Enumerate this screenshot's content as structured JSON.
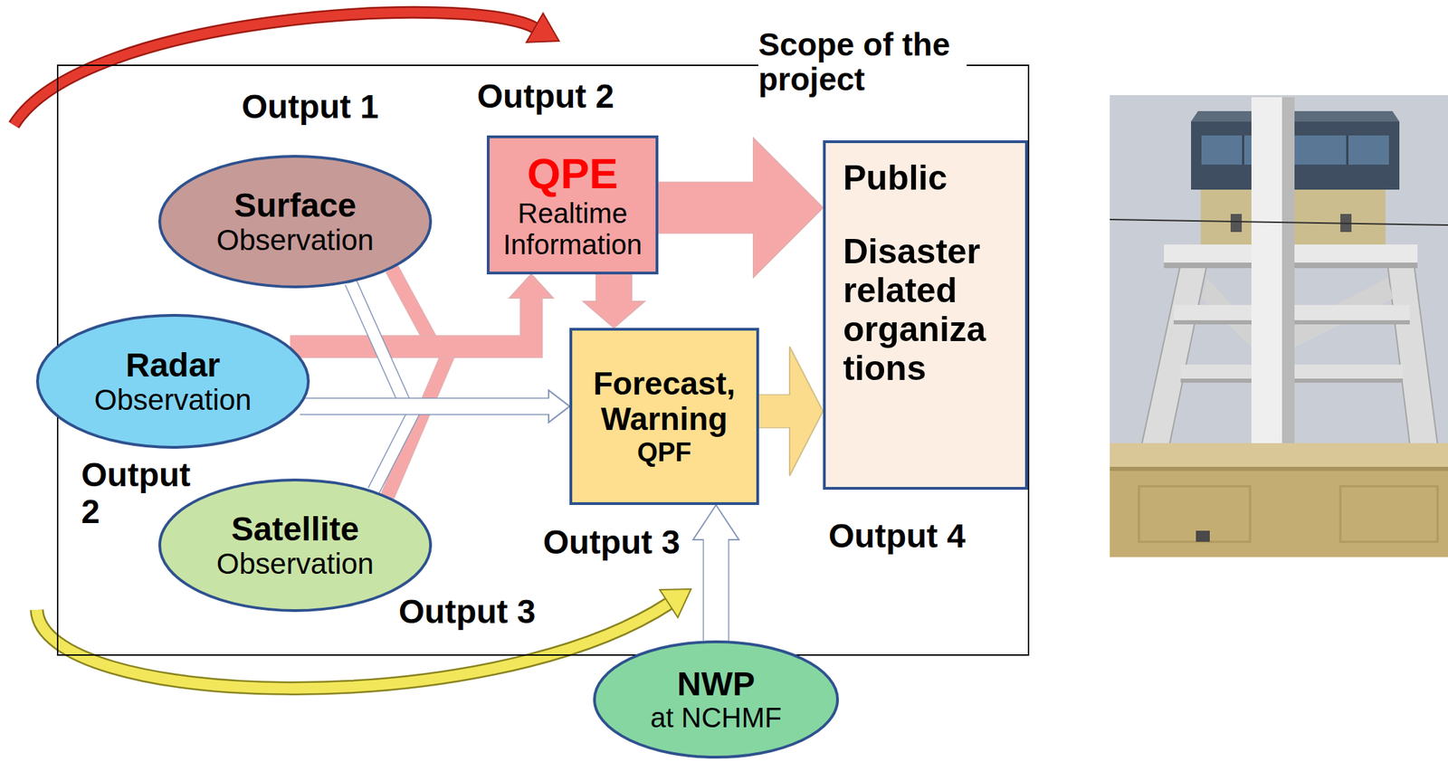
{
  "diagram": {
    "nodes": [
      {
        "text": [
          "Scope of the project"
        ]
      },
      {
        "text": [
          "Surface",
          "Observation"
        ],
        "in": 0
      },
      {
        "text": [
          "Radar",
          "Observation"
        ],
        "in": 0
      },
      {
        "text": [
          "Satellite",
          "Observation"
        ],
        "in": 0
      },
      {
        "text": [
          "QPE",
          "Realtime Information"
        ],
        "in": 0
      },
      {
        "text": [
          "Forecast, Warning",
          "QPF"
        ],
        "in": 0
      },
      {
        "text": [
          "Public",
          "Disaster related organizations"
        ],
        "in": 0
      },
      {
        "text": [
          "NWP",
          "at NCHMF"
        ]
      }
    ],
    "edges": [
      {
        "from": 1,
        "to": 4,
        "arrow": "to"
      },
      {
        "from": 2,
        "to": 4,
        "arrow": "to"
      },
      {
        "from": 3,
        "to": 4,
        "arrow": "to"
      },
      {
        "from": 1,
        "to": 5,
        "arrow": "to"
      },
      {
        "from": 2,
        "to": 5,
        "arrow": "to"
      },
      {
        "from": 3,
        "to": 5,
        "arrow": "to"
      },
      {
        "from": 4,
        "to": 5,
        "arrow": "to"
      },
      {
        "from": 4,
        "to": 6,
        "arrow": "to"
      },
      {
        "from": 5,
        "to": 6,
        "arrow": "to"
      },
      {
        "from": 7,
        "to": 5,
        "arrow": "to"
      }
    ],
    "labels": [
      "Output 1",
      "Output 2",
      "Output 2",
      "Output 3",
      "Output 3",
      "Output 4"
    ]
  }
}
